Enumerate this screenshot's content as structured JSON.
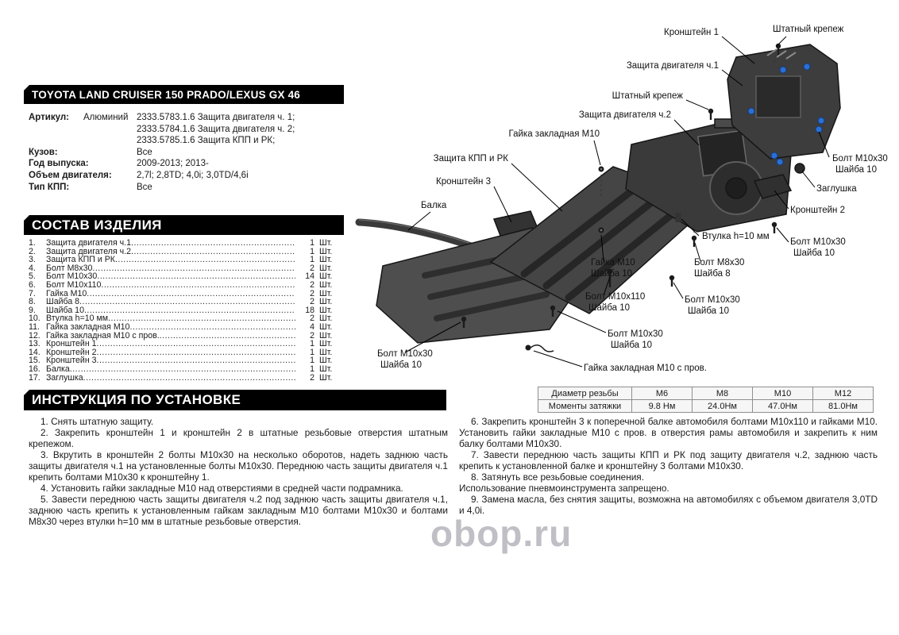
{
  "header": {
    "title": "TOYOTA LAND CRUISER 150 PRADO/LEXUS GX 46"
  },
  "specs": {
    "articul_label": "Артикул:",
    "articul_material": "Алюминий",
    "articul_items": [
      "2333.5783.1.6 Защита двигателя ч. 1;",
      "2333.5784.1.6 Защита двигателя ч. 2;",
      "2333.5785.1.6 Защита КПП и РК;"
    ],
    "body_label": "Кузов:",
    "body_value": "Все",
    "year_label": "Год выпуска:",
    "year_value": "2009-2013; 2013-",
    "engine_label": "Объем двигателя:",
    "engine_value": "2,7l; 2,8TD; 4,0i; 3,0TD/4,6i",
    "gearbox_label": "Тип КПП:",
    "gearbox_value": "Все"
  },
  "composition": {
    "title": "СОСТАВ ИЗДЕЛИЯ",
    "items": [
      {
        "num": "1.",
        "name": "Защита двигателя ч.1",
        "qty": "1",
        "unit": "Шт."
      },
      {
        "num": "2.",
        "name": "Защита двигателя ч.2",
        "qty": "1",
        "unit": "Шт."
      },
      {
        "num": "3.",
        "name": "Защита КПП и РК",
        "qty": "1",
        "unit": "Шт."
      },
      {
        "num": "4.",
        "name": "Болт М8х30",
        "qty": "2",
        "unit": "Шт."
      },
      {
        "num": "5.",
        "name": "Болт М10х30",
        "qty": "14",
        "unit": "Шт."
      },
      {
        "num": "6.",
        "name": "Болт М10х110",
        "qty": "2",
        "unit": "Шт."
      },
      {
        "num": "7.",
        "name": "Гайка М10",
        "qty": "2",
        "unit": "Шт."
      },
      {
        "num": "8.",
        "name": "Шайба 8",
        "qty": "2",
        "unit": "Шт."
      },
      {
        "num": "9.",
        "name": "Шайба 10",
        "qty": "18",
        "unit": "Шт."
      },
      {
        "num": "10.",
        "name": "Втулка h=10 мм",
        "qty": "2",
        "unit": "Шт."
      },
      {
        "num": "11.",
        "name": "Гайка закладная М10",
        "qty": "4",
        "unit": "Шт."
      },
      {
        "num": "12.",
        "name": "Гайка закладная М10 с пров.",
        "qty": "2",
        "unit": "Шт."
      },
      {
        "num": "13.",
        "name": "Кронштейн 1",
        "qty": "1",
        "unit": "Шт."
      },
      {
        "num": "14.",
        "name": "Кронштейн 2",
        "qty": "1",
        "unit": "Шт."
      },
      {
        "num": "15.",
        "name": "Кронштейн 3",
        "qty": "1",
        "unit": "Шт."
      },
      {
        "num": "16.",
        "name": "Балка",
        "qty": "1",
        "unit": "Шт."
      },
      {
        "num": "17.",
        "name": "Заглушка",
        "qty": "2",
        "unit": "Шт."
      }
    ]
  },
  "instructions": {
    "title": "ИНСТРУКЦИЯ ПО УСТАНОВКЕ",
    "left": [
      "1. Снять штатную защиту.",
      "2. Закрепить кронштейн 1 и кронштейн 2 в штатные резьбовые отверстия штатным крепежом.",
      "3. Вкрутить в кронштейн 2 болты М10х30 на несколько оборотов, надеть заднюю часть защиты двигателя ч.1 на установленные болты М10х30. Переднюю часть защиты двигателя ч.1 крепить болтами М10х30 к кронштейну 1.",
      "4. Установить гайки закладные М10 над отверстиями в средней части подрамника.",
      "5. Завести переднюю часть защиты двигателя ч.2 под заднюю часть защиты двигателя ч.1, заднюю часть крепить к установленным гайкам закладным М10 болтами М10х30 и болтами М8х30 через втулки h=10 мм в штатные резьбовые отверстия."
    ],
    "right": [
      "6. Закрепить кронштейн 3 к поперечной балке автомобиля болтами М10х110 и гайками М10. Установить гайки закладные М10 с пров. в отверстия рамы автомобиля и закрепить к ним балку болтами М10х30.",
      "7. Завести переднюю часть защиты КПП и РК под защиту двигателя ч.2, заднюю часть крепить к установленной балке и кронштейну 3 болтами М10х30.",
      "8. Затянуть все резьбовые соединения.",
      "Использование пневмоинструмента запрещено.",
      "9. Замена масла, без снятия защиты, возможна на автомобилях с объемом двигателя 3,0TD и 4,0i."
    ]
  },
  "diagram": {
    "labels": {
      "bracket1": "Кронштейн 1",
      "oem_fastener": "Штатный крепеж",
      "engine_guard1": "Защита двигателя ч.1",
      "engine_guard2": "Защита двигателя ч.2",
      "weld_nut_m10": "Гайка закладная М10",
      "gearbox_guard": "Защита КПП и РК",
      "bracket3": "Кронштейн 3",
      "beam": "Балка",
      "bolt_m10x30": "Болт М10х30",
      "washer10": "Шайба 10",
      "plug": "Заглушка",
      "bracket2": "Кронштейн 2",
      "bushing": "Втулка h=10 мм",
      "nut_m10": "Гайка М10",
      "bolt_m8x30": "Болт М8х30",
      "washer8": "Шайба 8",
      "bolt_m10x110": "Болт М10х110",
      "weld_nut_m10_wire": "Гайка  закладная М10 с пров."
    }
  },
  "torque_table": {
    "row1": [
      "Диаметр резьбы",
      "М6",
      "М8",
      "М10",
      "М12"
    ],
    "row2": [
      "Моменты затяжки",
      "9.8 Нм",
      "24.0Нм",
      "47.0Нм",
      "81.0Нм"
    ]
  },
  "colors": {
    "bolt_accent": "#2b6fd6"
  },
  "watermark": "obop.ru"
}
